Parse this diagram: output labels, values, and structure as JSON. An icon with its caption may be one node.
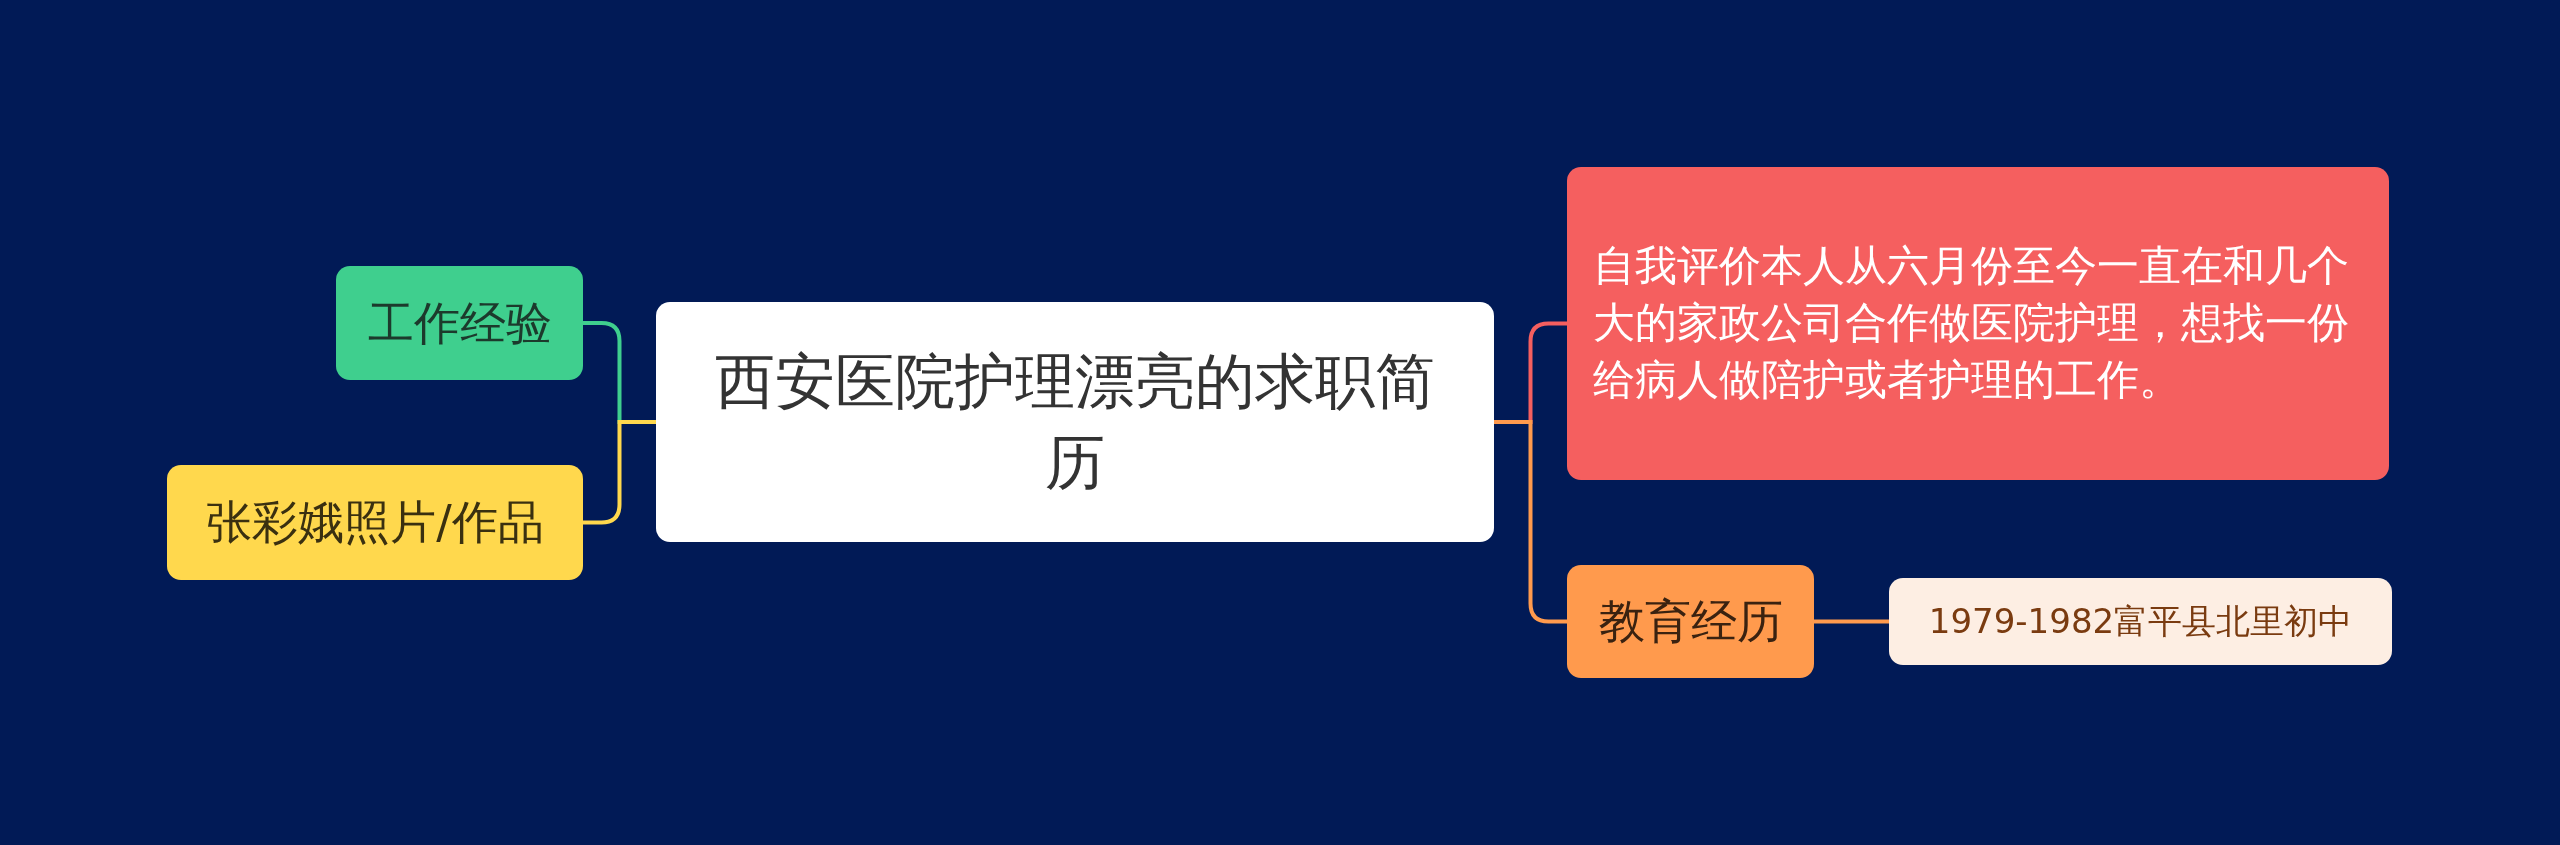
{
  "diagram": {
    "nodes": [
      {
        "text": [
          "西安医院护理漂亮的求职简历"
        ]
      },
      {
        "text": [
          "工作经验"
        ]
      },
      {
        "text": [
          "张彩娥照片/作品"
        ]
      },
      {
        "text": [
          "自我评价本人从六月份至今一直在和几个大的家政公司合作做医院护理，想找一份给病人做陪护或者护理的工作。"
        ]
      },
      {
        "text": [
          "教育经历"
        ]
      },
      {
        "text": [
          "1979-1982富平县北里初中"
        ]
      }
    ],
    "edges": [
      {
        "from": 0,
        "to": 1,
        "arrow": "none",
        "color": "#3fcf8e"
      },
      {
        "from": 0,
        "to": 2,
        "arrow": "none",
        "color": "#ffd84d"
      },
      {
        "from": 0,
        "to": 3,
        "arrow": "none",
        "color": "#f55f5f"
      },
      {
        "from": 0,
        "to": 4,
        "arrow": "none",
        "color": "#ff9a4d"
      },
      {
        "from": 4,
        "to": 5,
        "arrow": "none",
        "color": "#ff9a4d"
      }
    ]
  }
}
